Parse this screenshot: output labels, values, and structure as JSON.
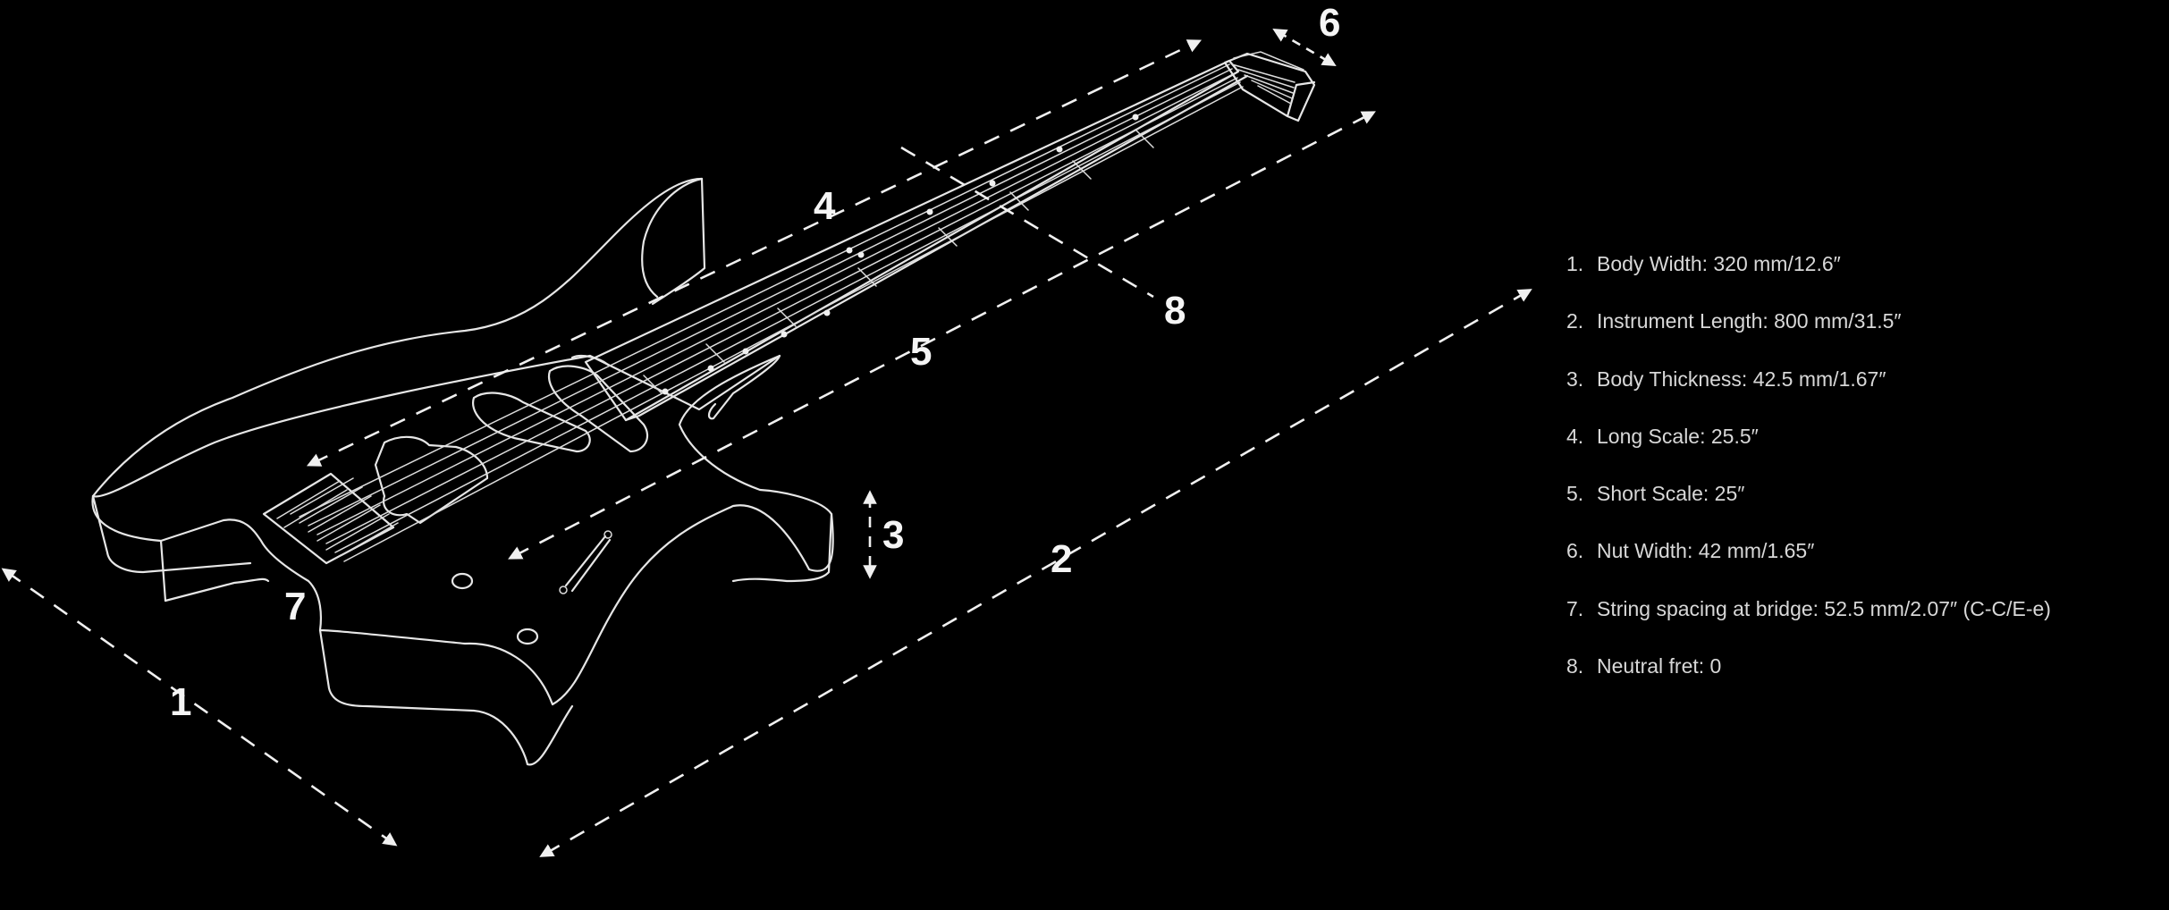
{
  "callouts": {
    "body_width": "1",
    "instrument_length": "2",
    "body_thickness": "3",
    "long_scale": "4",
    "short_scale": "5",
    "nut_width": "6",
    "string_spacing": "7",
    "neutral_fret": "8"
  },
  "specs": [
    {
      "number": "1.",
      "text": "Body Width: 320 mm/12.6″"
    },
    {
      "number": "2.",
      "text": "Instrument Length: 800 mm/31.5″"
    },
    {
      "number": "3.",
      "text": "Body Thickness: 42.5 mm/1.67″"
    },
    {
      "number": "4.",
      "text": "Long Scale: 25.5″"
    },
    {
      "number": "5.",
      "text": "Short Scale: 25″"
    },
    {
      "number": "6.",
      "text": "Nut Width: 42 mm/1.65″"
    },
    {
      "number": "7.",
      "text": "String spacing at bridge: 52.5 mm/2.07″ (C-C/E-e)"
    },
    {
      "number": "8.",
      "text": "Neutral fret: 0"
    }
  ],
  "colors": {
    "background": "#000000",
    "line": "#e6e6e6",
    "text": "#d8d8d8"
  }
}
